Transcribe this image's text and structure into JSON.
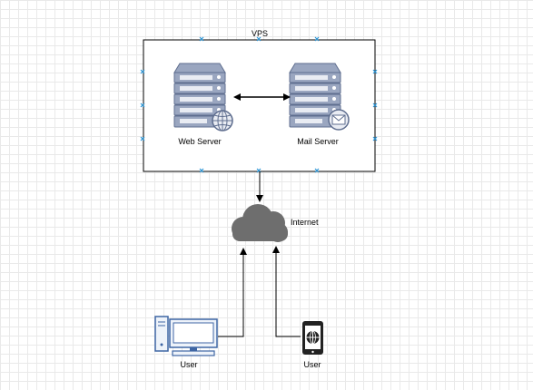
{
  "diagram": {
    "container": {
      "label": "VPS"
    },
    "nodes": [
      {
        "id": "web",
        "label": "Web Server",
        "icon": "web-server-icon"
      },
      {
        "id": "mail",
        "label": "Mail Server",
        "icon": "mail-server-icon"
      },
      {
        "id": "cloud",
        "label": "Internet",
        "icon": "cloud-icon"
      },
      {
        "id": "desktop",
        "label": "User",
        "icon": "desktop-computer-icon"
      },
      {
        "id": "mobile",
        "label": "User",
        "icon": "mobile-phone-icon"
      }
    ],
    "edges": [
      {
        "from": "web",
        "to": "mail",
        "direction": "both"
      },
      {
        "from": "vps",
        "to": "cloud",
        "direction": "forward"
      },
      {
        "from": "desktop",
        "to": "cloud",
        "direction": "forward"
      },
      {
        "from": "mobile",
        "to": "cloud",
        "direction": "forward"
      }
    ],
    "colors": {
      "server_fill": "#9aa6c0",
      "server_slot": "#e9ecf3",
      "server_stroke": "#5f6e8f",
      "cloud_fill": "#6e6e6e",
      "desktop_fill": "#eef3fa",
      "desktop_stroke": "#3f66a4",
      "phone_fill": "#222222",
      "selection_handle": "#2b95d6",
      "edge": "#000000"
    }
  }
}
